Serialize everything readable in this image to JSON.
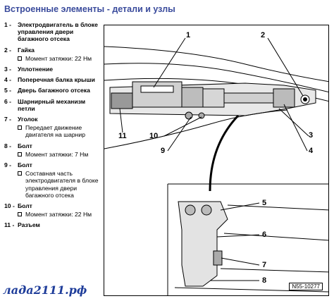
{
  "title": "Встроенные элементы - детали и узлы",
  "legend": [
    {
      "num": "1 -",
      "label": "Электродвигатель в блоке управления двери багажного отсека",
      "notes": []
    },
    {
      "num": "2 -",
      "label": "Гайка",
      "notes": [
        "Момент затяжки: 22 Нм"
      ]
    },
    {
      "num": "3 -",
      "label": "Уплотнение",
      "notes": []
    },
    {
      "num": "4 -",
      "label": "Поперечная балка крыши",
      "notes": []
    },
    {
      "num": "5 -",
      "label": "Дверь багажного отсека",
      "notes": []
    },
    {
      "num": "6 -",
      "label": "Шарнирный механизм петли",
      "notes": []
    },
    {
      "num": "7 -",
      "label": "Уголок",
      "notes": [
        "Передает движение двигателя на шарнир"
      ]
    },
    {
      "num": "8 -",
      "label": "Болт",
      "notes": [
        "Момент затяжки: 7 Нм"
      ]
    },
    {
      "num": "9 -",
      "label": "Болт",
      "notes": [
        "Составная часть электродвигателя в блоке управления двери багажного отсека"
      ]
    },
    {
      "num": "10 -",
      "label": "Болт",
      "notes": [
        "Момент затяжки: 22 Нм"
      ]
    },
    {
      "num": "11 -",
      "label": "Разъем",
      "notes": []
    }
  ],
  "callouts": [
    "1",
    "2",
    "3",
    "4",
    "5",
    "6",
    "7",
    "8",
    "9",
    "10",
    "11"
  ],
  "figure_code": "N55-10277",
  "watermark": "лада2111.рф"
}
